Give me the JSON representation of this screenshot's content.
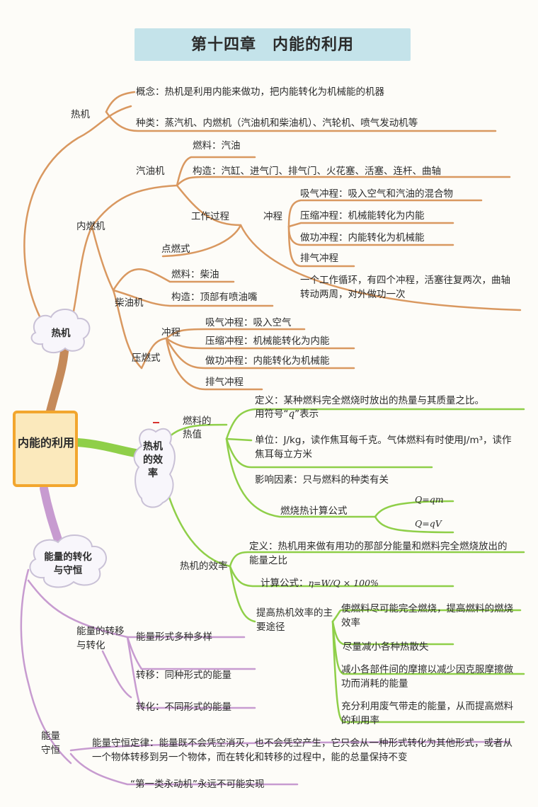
{
  "title": "第十四章　内能的利用",
  "center": "内能的利用",
  "colors": {
    "title_bg": "#c4e3ea",
    "book_border": "#f2a62e",
    "book_fill": "#fbe9bc",
    "heat_engine_branch": "#d99860",
    "efficiency_branch": "#8fcf49",
    "energy_branch": "#c79bd0"
  },
  "heat_engine": {
    "cloud": "热机",
    "label": "热机",
    "concept": "概念：热机是利用内能来做功，把内能转化为机械能的机器",
    "types": "种类：蒸汽机、内燃机（汽油机和柴油机）、汽轮机、喷气发动机等",
    "ice": {
      "label": "内燃机",
      "gasoline": {
        "label": "汽油机",
        "fuel": "燃料：汽油",
        "structure": "构造：汽缸、进气门、排气门、火花塞、活塞、连杆、曲轴",
        "ignition": "点燃式"
      },
      "process": {
        "label": "工作过程",
        "stroke": "冲程",
        "strokes": [
          "吸气冲程：吸入空气和汽油的混合物",
          "压缩冲程：机械能转化为内能",
          "做功冲程：内能转化为机械能",
          "排气冲程"
        ],
        "cycle": "一个工作循环，有四个冲程，活塞往复两次，曲轴转动两周，对外做功一次"
      },
      "diesel": {
        "label": "柴油机",
        "fuel": "燃料：柴油",
        "structure": "构造：顶部有喷油嘴",
        "stroke": "冲程",
        "strokes": [
          "吸气冲程：吸入空气",
          "压缩冲程：机械能转化为内能",
          "做功冲程：内能转化为机械能",
          "排气冲程"
        ],
        "ignition": "压燃式"
      }
    }
  },
  "efficiency": {
    "node": "热机的效率",
    "fuel_value": {
      "label": "燃料的热值",
      "definition": "定义：某种燃料完全燃烧时放出的热量与其质量之比。",
      "symbol_prefix": "用符号“",
      "symbol": "q",
      "symbol_suffix": "”表示",
      "unit": "单位：J/kg，读作焦耳每千克。气体燃料有时使用J/m³，读作焦耳每立方米",
      "factor": "影响因素：只与燃料的种类有关",
      "formula_label": "燃烧热计算公式",
      "formulas": [
        "Q=qm",
        "Q=qV"
      ]
    },
    "engine_efficiency": {
      "label": "热机的效率",
      "definition": "定义：热机用来做有用功的那部分能量和燃料完全燃烧放出的能量之比",
      "formula_label": "计算公式：",
      "formula": "η=W/Q × 100%",
      "ways_label": "提高热机效率的主要途径",
      "ways": [
        "使燃料尽可能完全燃烧，提高燃料的燃烧效率",
        "尽量减小各种热散失",
        "减小各部件间的摩擦以减少因克服摩擦做功而消耗的能量",
        "充分利用废气带走的能量，从而提高燃料的利用率"
      ]
    }
  },
  "energy": {
    "cloud": "能量的转化与守恒",
    "transfer": {
      "label": "能量的转移与转化",
      "forms": "能量形式多种多样",
      "transfer": "转移：同种形式的能量",
      "convert": "转化：不同形式的能量"
    },
    "conservation": {
      "label": "能量守恒",
      "law": "能量守恒定律：能量既不会凭空消灭，也不会凭空产生，它只会从一种形式转化为其他形式，或者从一个物体转移到另一个物体，而在转化和转移的过程中，能的总量保持不变",
      "perpetual": "“第一类永动机”永远不可能实现"
    }
  }
}
